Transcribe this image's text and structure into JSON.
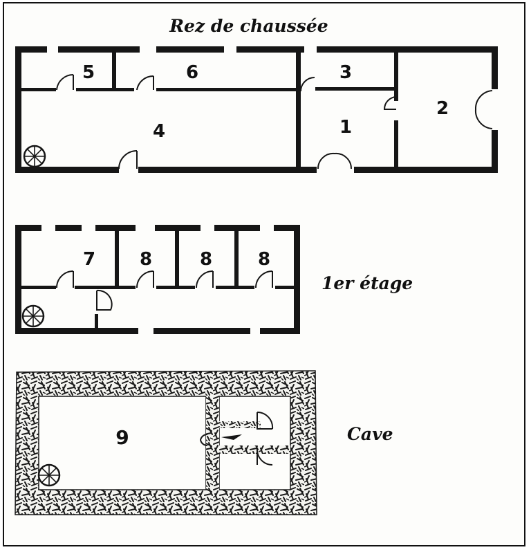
{
  "floors": {
    "ground": {
      "label": "Rez de chaussée"
    },
    "first": {
      "label": "1er étage"
    },
    "cellar": {
      "label": "Cave"
    }
  },
  "rooms": {
    "r1": "1",
    "r2": "2",
    "r3": "3",
    "r4": "4",
    "r5": "5",
    "r6": "6",
    "r7": "7",
    "r8a": "8",
    "r8b": "8",
    "r8c": "8",
    "r9": "9"
  },
  "colors": {
    "ink": "#161616",
    "paper": "#fdfdfb"
  }
}
